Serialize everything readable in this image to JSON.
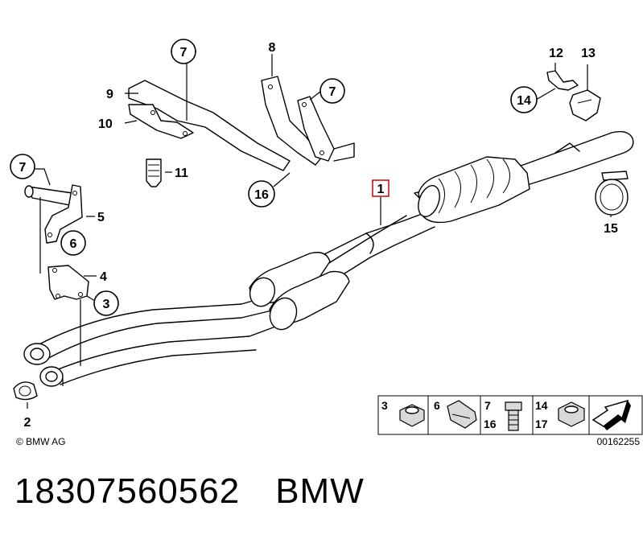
{
  "diagram": {
    "callouts": [
      "7",
      "7",
      "7",
      "6",
      "3",
      "14",
      "16"
    ],
    "labels": [
      "1",
      "2",
      "4",
      "5",
      "8",
      "9",
      "10",
      "11",
      "12",
      "13",
      "15"
    ],
    "copyright": "© BMW AG",
    "image_code": "00162255",
    "legend": [
      {
        "lines": [
          "3"
        ]
      },
      {
        "lines": [
          "6"
        ]
      },
      {
        "lines": [
          "7",
          "16"
        ]
      },
      {
        "lines": [
          "14",
          "17"
        ]
      }
    ]
  },
  "footer": {
    "part_number": "18307560562",
    "brand": "BMW"
  }
}
